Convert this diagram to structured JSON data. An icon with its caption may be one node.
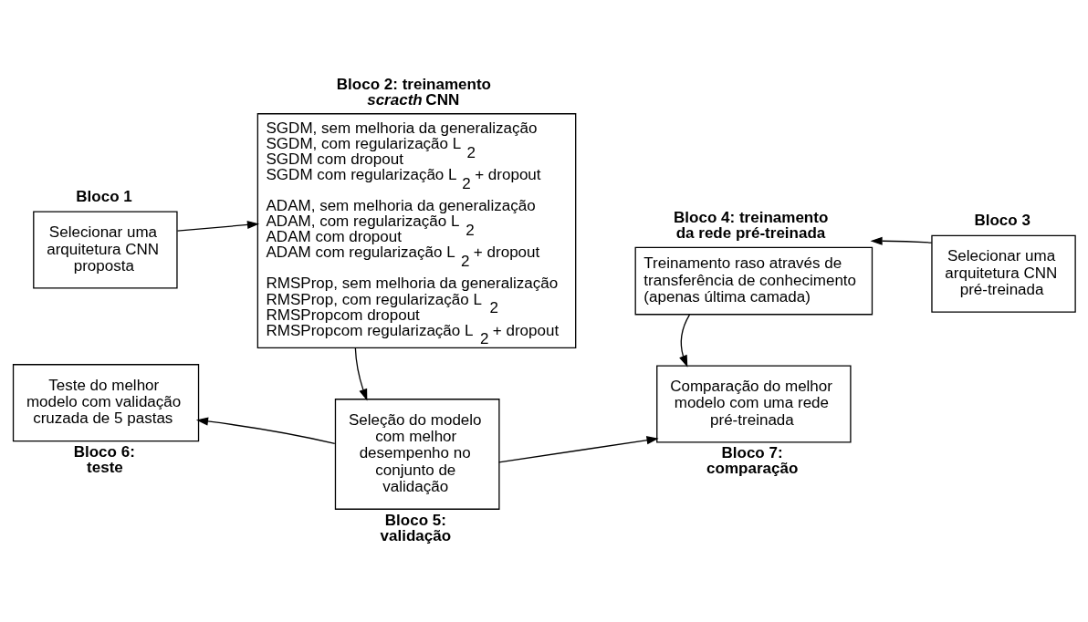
{
  "diagram": {
    "nodes": [
      {
        "text": [
          "Bloco 1",
          "Selecionar uma arquitetura CNN proposta"
        ]
      },
      {
        "text": [
          "Bloco 2: treinamento *scracth* CNN",
          "SGDM, sem melhoria da generalização",
          "SGDM, com regularização L$_{2}$",
          "SGDM com dropout",
          "SGDM com regularização L$_{2}$ + dropout",
          "ADAM, sem melhoria da generalização",
          "ADAM, com regularização L$_{2}$",
          "ADAM com dropout",
          "ADAM com regularização L$_{2}$ + dropout",
          "RMSProp, sem melhoria da generalização",
          "RMSProp, com regularização L$_{2}$",
          "RMSPropcom dropout",
          "RMSPropcom regularização L$_{2}$ + dropout"
        ]
      },
      {
        "text": [
          "Bloco 4: treinamento da rede pré-treinada",
          "Treinamento raso através de transferência de conhecimento (apenas última camada)"
        ]
      },
      {
        "text": [
          "Bloco 3",
          "Selecionar uma arquitetura CNN pré-treinada"
        ]
      },
      {
        "text": [
          "Teste do melhor modelo com validação cruzada de 5 pastas",
          "Bloco 6: teste"
        ]
      },
      {
        "text": [
          "Seleção do modelo com melhor desempenho no conjunto de validação",
          "Bloco 5: validação"
        ]
      },
      {
        "text": [
          "Comparação do melhor modelo com uma rede pré-treinada",
          "Bloco 7: comparação"
        ]
      }
    ],
    "edges": [
      {
        "from": 0,
        "to": 1,
        "arrow": "to"
      },
      {
        "from": 3,
        "to": 2,
        "arrow": "to"
      },
      {
        "from": 1,
        "to": 5,
        "arrow": "to"
      },
      {
        "from": 2,
        "to": 6,
        "arrow": "to"
      },
      {
        "from": 5,
        "to": 4,
        "arrow": "to"
      },
      {
        "from": 5,
        "to": 6,
        "arrow": "to"
      }
    ]
  }
}
